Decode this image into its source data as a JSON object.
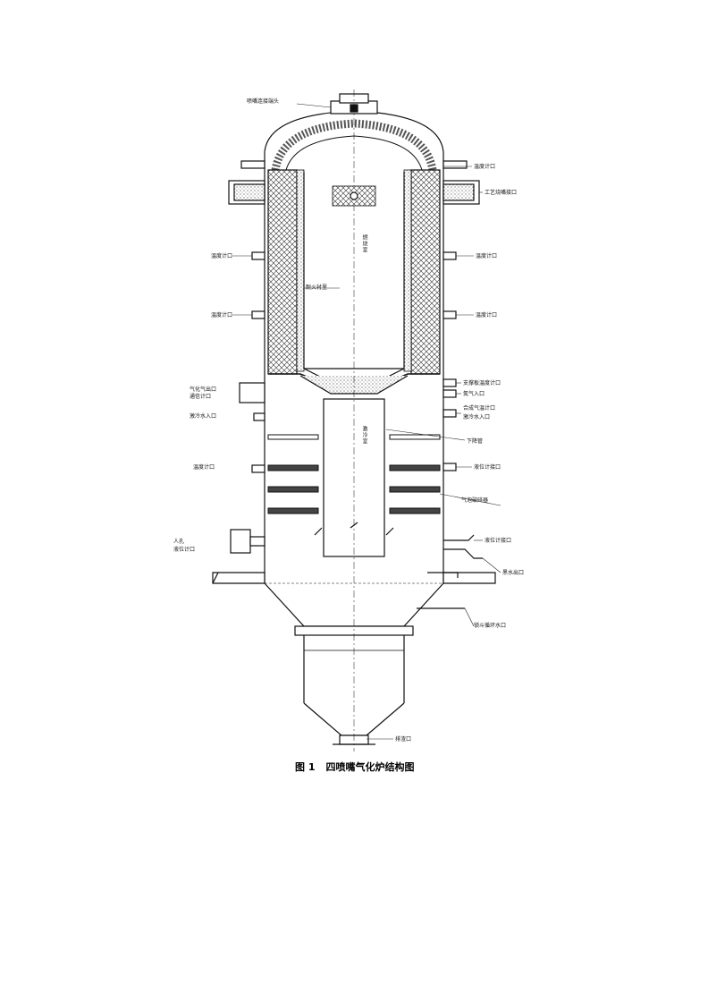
{
  "figure": {
    "caption_number": "图 1",
    "caption_title": "四喷嘴气化炉结构图"
  },
  "labels": {
    "top_nozzle": "喷嘴连接端头",
    "temp_right_top": "温度计口",
    "process_nozzle": "工艺烧嘴接口",
    "temp_left_1": "温度计口",
    "temp_right_1": "温度计口",
    "temp_left_2": "温度计口",
    "temp_right_2": "温度计口",
    "refractory": "耐火衬里",
    "chamber_upper": "燃烧室",
    "gas_outlet": "气化气出口",
    "gas_outlet_2": "通信计口",
    "support_temp": "支撑板温度计口",
    "nitrogen_in": "氮气入口",
    "gas_temp": "合成气温计口",
    "quench_in_left": "激冷水入口",
    "quench_in_right": "激冷水入口",
    "chamber_lower": "激冷室",
    "drop_tube": "下降管",
    "temp_left_3": "温度计口",
    "level_right": "液位计接口",
    "bubble_breaker": "气泡破碎器",
    "manhole": "人孔",
    "level_left": "液位计口",
    "level_right_2": "液位计接口",
    "black_water": "黑水出口",
    "sediment": "锁斗循环水口",
    "slag_outlet": "排渣口"
  }
}
